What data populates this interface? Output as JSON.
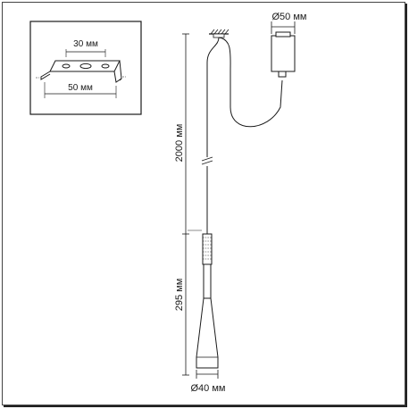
{
  "inset": {
    "top_dimension": "30 мм",
    "bottom_dimension": "50 мм"
  },
  "dimensions": {
    "canopy_width": "Ø50 мм",
    "cable_length": "2000 мм",
    "lamp_height": "295 мм",
    "shade_diameter": "Ø40 мм"
  },
  "colors": {
    "line": "#1a1a1a",
    "frame": "#444444"
  }
}
